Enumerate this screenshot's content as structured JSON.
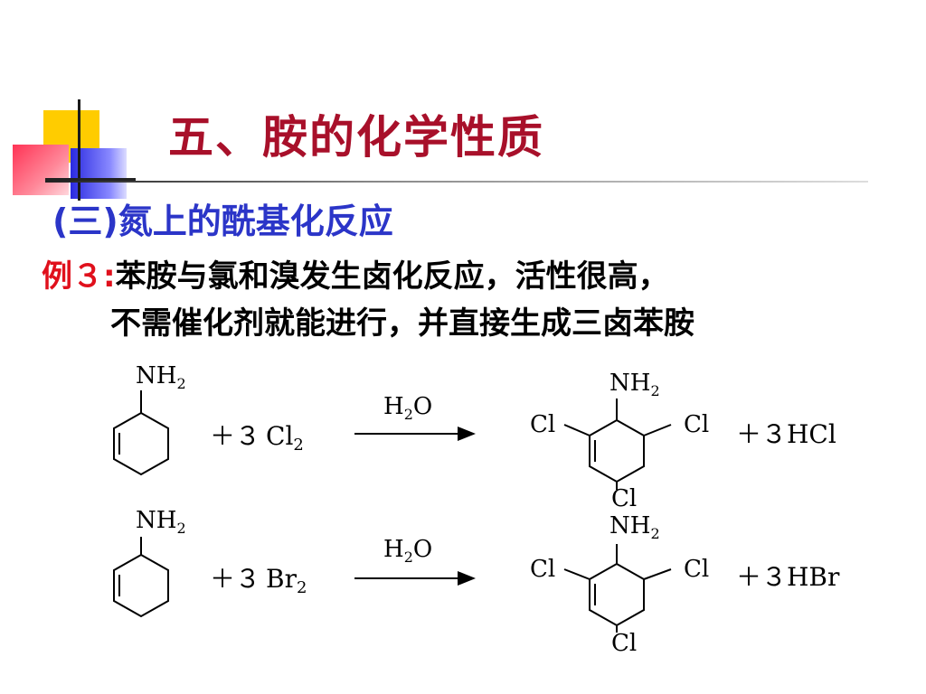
{
  "slide": {
    "title": "五、胺的化学性质",
    "subtitle": "(三)氮上的酰基化反应",
    "example_label": "例３:",
    "example_line1": "苯胺与氯和溴发生卤化反应，活性很高，",
    "example_line2": "不需催化剂就能进行，并直接生成三卤苯胺"
  },
  "reactions": [
    {
      "reactant_group": "NH",
      "reactant_group_sub": "2",
      "plus_coef": "＋３",
      "reagent": "Cl",
      "reagent_sub": "2",
      "condition": "H",
      "condition_sub": "2",
      "condition_tail": "O",
      "product_group": "NH",
      "product_group_sub": "2",
      "sub_left": "Cl",
      "sub_right": "Cl",
      "sub_bottom": "Cl",
      "byproduct": "＋３HCl"
    },
    {
      "reactant_group": "NH",
      "reactant_group_sub": "2",
      "plus_coef": "＋３",
      "reagent": "Br",
      "reagent_sub": "2",
      "condition": "H",
      "condition_sub": "2",
      "condition_tail": "O",
      "product_group": "NH",
      "product_group_sub": "2",
      "sub_left": "Cl",
      "sub_right": "Cl",
      "sub_bottom": "Cl",
      "byproduct": "＋３HBr"
    }
  ]
}
